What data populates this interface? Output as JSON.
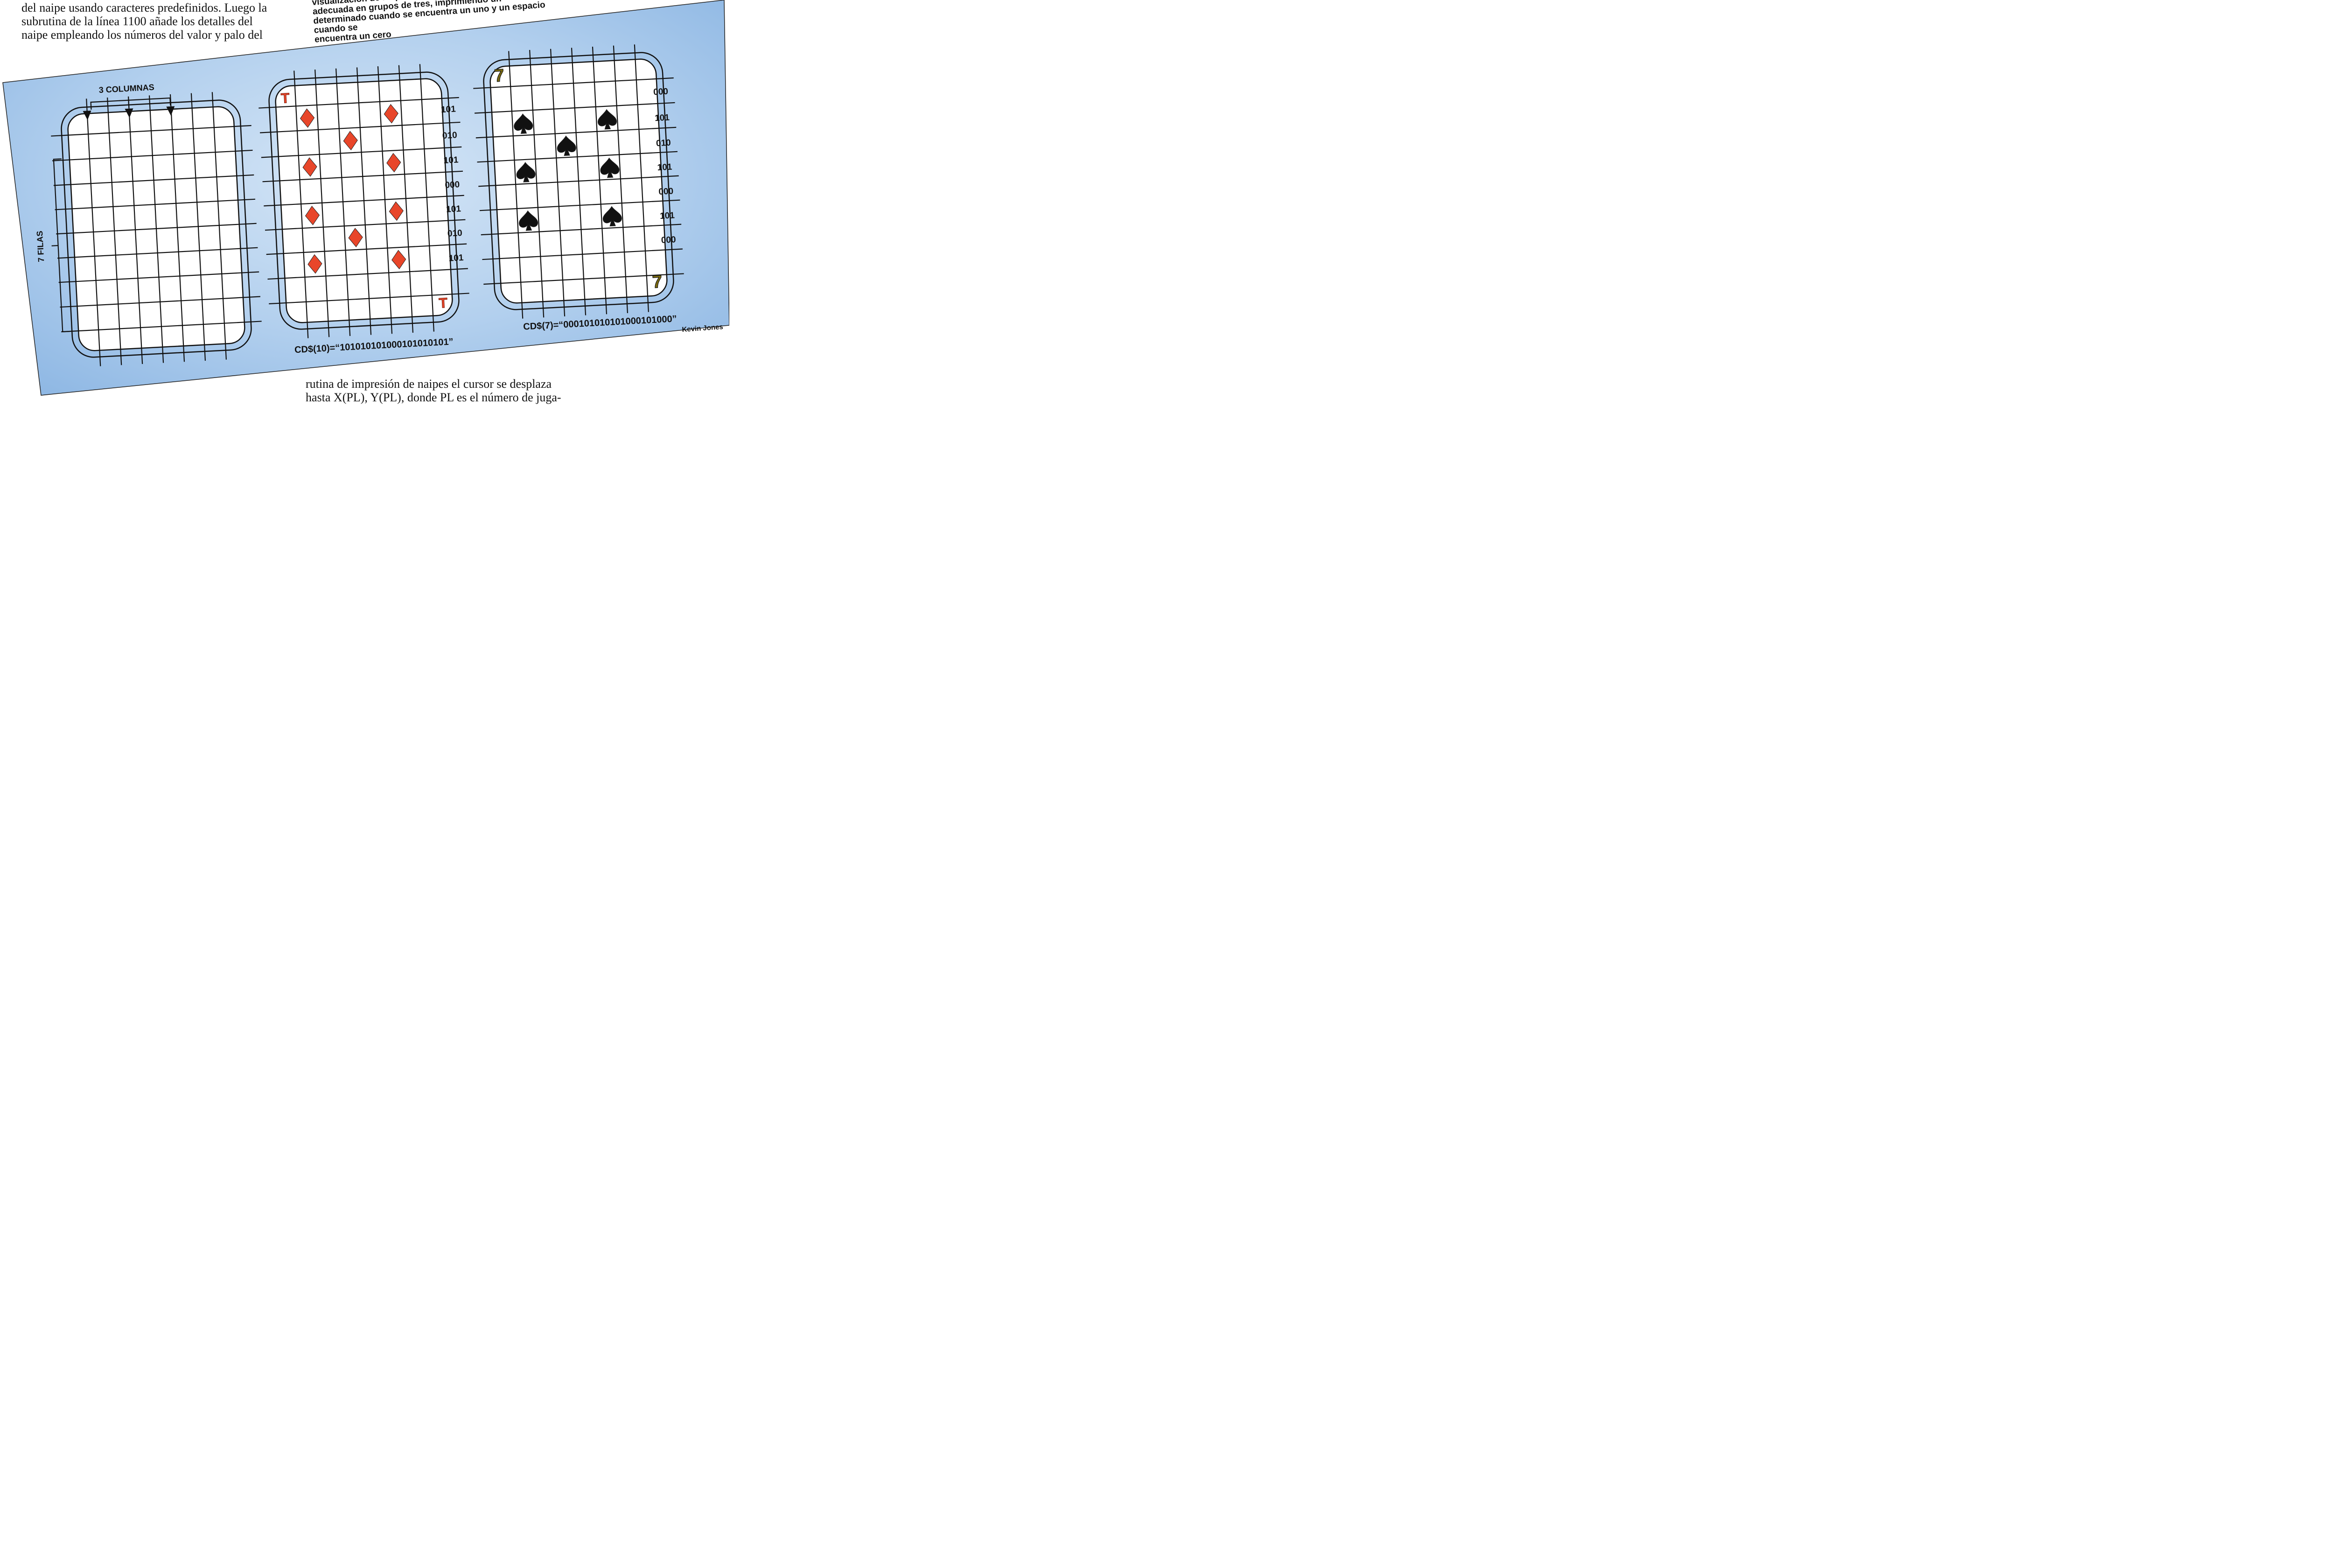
{
  "left_column_lines": [
    "del naipe usando caracteres predefinidos. Luego la",
    "subrutina de la línea 1100 añade los detalles del",
    "naipe empleando los números del valor y palo del"
  ],
  "right_column_top_lines": [
    "visualización de naipes",
    "adecuada en grupos de tres, imprimiendo un",
    "determinado cuando se encuentra un uno y un espacio cuando se",
    "encuentra un cero"
  ],
  "right_column_bottom_lines": [
    "rutina de impresión de naipes el cursor se desplaza",
    "hasta X(PL), Y(PL), donde PL es el número de juga-"
  ],
  "figure": {
    "columns_label": "3 COLUMNAS",
    "rows_label": "7 FILAS",
    "card_ten": {
      "corner_rank": "T",
      "row_codes": [
        "101",
        "010",
        "101",
        "000",
        "101",
        "010",
        "101"
      ],
      "code_string": "CD$(10)=“101010101000101010101”",
      "suit_color": "#e8462a"
    },
    "card_seven": {
      "corner_rank": "7",
      "row_codes": [
        "000",
        "101",
        "010",
        "101",
        "000",
        "101",
        "000"
      ],
      "code_string": "CD$(7)=“000101010101000101000”",
      "suit_color": "#111111",
      "rank_color": "#7a6a10"
    },
    "credit": "Kevin Jones",
    "background_color": "#a9c9ea"
  }
}
